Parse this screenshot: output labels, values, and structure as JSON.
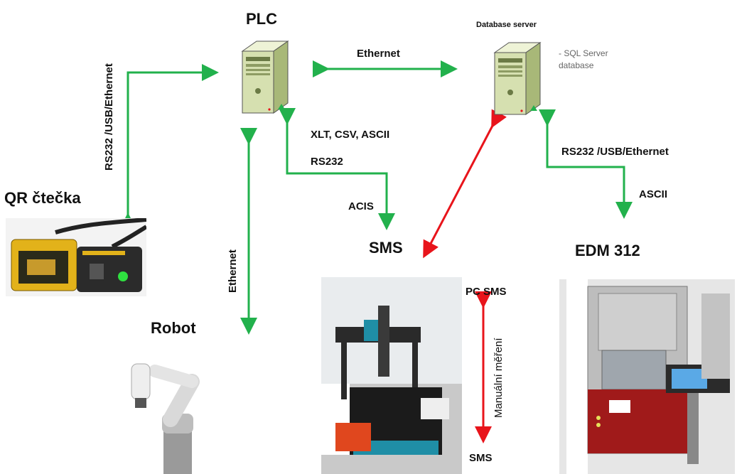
{
  "nodes": {
    "plc": "PLC",
    "db_server": "Database server",
    "db_note_1": "- SQL Server",
    "db_note_2": "database",
    "qr": "QR čtečka",
    "robot": "Robot",
    "sms": "SMS",
    "edm": "EDM 312"
  },
  "edges": {
    "plc_db": "Ethernet",
    "qr_plc": "RS232 /USB/Ethernet",
    "robot_plc": "Ethernet",
    "plc_sms_formats": "XLT, CSV, ASCII",
    "plc_sms_iface": "RS232",
    "plc_sms_protocol": "ACIS",
    "db_edm_iface": "RS232 /USB/Ethernet",
    "db_edm_protocol": "ASCII",
    "pc_sms": "PC SMS",
    "sms_bottom": "SMS",
    "manual": "Manuální měření"
  },
  "colors": {
    "green_arrow": "#22b14c",
    "red_arrow": "#e8141b",
    "server_body": "#d6e0b0"
  }
}
